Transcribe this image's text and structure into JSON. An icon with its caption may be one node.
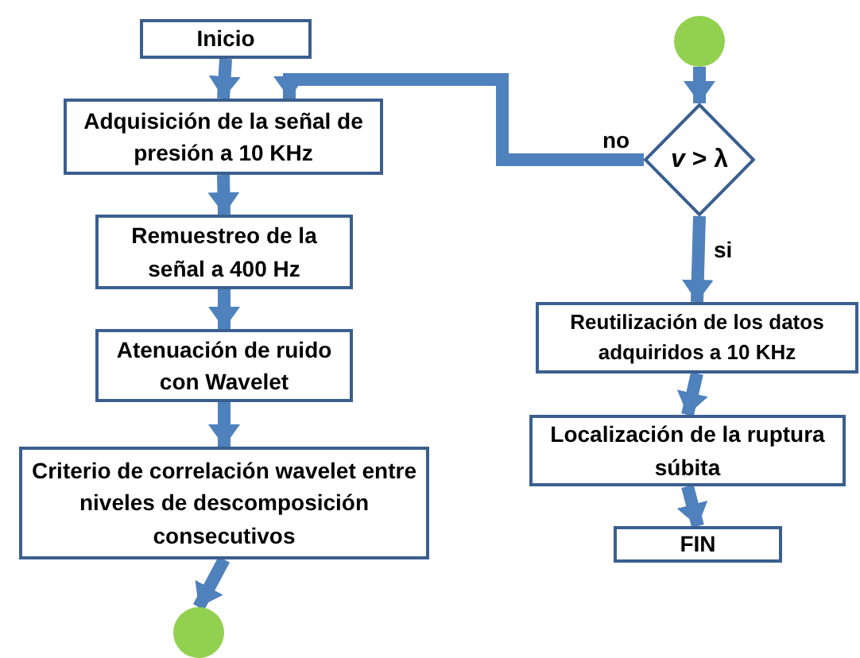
{
  "diagram": {
    "nodes": [
      {
        "text": [
          "Inicio"
        ]
      },
      {
        "text": [
          "Adquisición de la señal de presión a 10 KHz"
        ]
      },
      {
        "text": [
          "Remuestreo de la señal a 400 Hz"
        ]
      },
      {
        "text": [
          "Atenuación de ruido con Wavelet"
        ]
      },
      {
        "text": [
          "Criterio de correlación wavelet entre niveles de descomposición consecutivos"
        ]
      },
      {
        "text": [],
        "shape": "circle"
      },
      {
        "text": [],
        "shape": "circle"
      },
      {
        "text": [
          "*v* > λ"
        ]
      },
      {
        "text": [
          "Reutilización de los datos adquiridos a 10 KHz"
        ]
      },
      {
        "text": [
          "Localización de la ruptura súbita"
        ]
      },
      {
        "text": [
          "FIN"
        ]
      }
    ],
    "edges": [
      {
        "from": 0,
        "to": 1,
        "arrow": "to"
      },
      {
        "from": 1,
        "to": 2,
        "arrow": "to"
      },
      {
        "from": 2,
        "to": 3,
        "arrow": "to"
      },
      {
        "from": 3,
        "to": 4,
        "arrow": "to"
      },
      {
        "from": 4,
        "to": 5,
        "arrow": "to"
      },
      {
        "from": 6,
        "to": 7,
        "arrow": "to"
      },
      {
        "from": 7,
        "to": 8,
        "arrow": "to",
        "label": "si"
      },
      {
        "from": 8,
        "to": 9,
        "arrow": "to"
      },
      {
        "from": 9,
        "to": 10,
        "arrow": "to"
      },
      {
        "from": 7,
        "to": 1,
        "arrow": "to",
        "label": "no"
      }
    ]
  }
}
